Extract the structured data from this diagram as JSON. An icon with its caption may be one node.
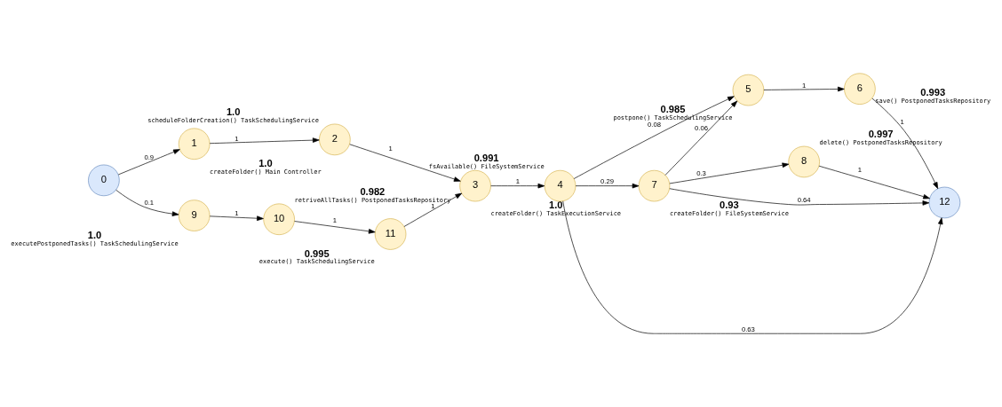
{
  "diagram": {
    "nodes": [
      {
        "text": [
          "0"
        ]
      },
      {
        "text": [
          "1"
        ],
        "beside": [
          "1.0",
          "createFolder() Main Controller"
        ]
      },
      {
        "text": [
          "2"
        ],
        "beside": [
          "1.0",
          "scheduleFolderCreation() TaskSchedulingService"
        ]
      },
      {
        "text": [
          "3"
        ],
        "beside": [
          "1.0",
          "createFolder() TaskExecutionService"
        ]
      },
      {
        "text": [
          "4"
        ],
        "beside": [
          "0.991",
          "fsAvailable() FileSystemService"
        ]
      },
      {
        "text": [
          "5"
        ],
        "beside": [
          "0.985",
          "postpone() TaskSchedulingService"
        ]
      },
      {
        "text": [
          "6"
        ],
        "beside": [
          "0.993",
          "save() PostponedTasksRepository"
        ]
      },
      {
        "text": [
          "7"
        ],
        "beside": [
          "0.93",
          "createFolder() FileSystemService"
        ]
      },
      {
        "text": [
          "8"
        ],
        "beside": [
          "0.997",
          "delete() PostponedTasksRepository"
        ]
      },
      {
        "text": [
          "9"
        ],
        "beside": [
          "1.0",
          "executePostponedTasks() TaskSchedulingService"
        ]
      },
      {
        "text": [
          "10"
        ],
        "beside": [
          "0.982",
          "retriveAllTasks() PostponedTasksRepository"
        ]
      },
      {
        "text": [
          "11"
        ],
        "beside": [
          "0.995",
          "execute() TaskSchedulingService"
        ]
      },
      {
        "text": [
          "12"
        ]
      }
    ],
    "edges": [
      {
        "from": 0,
        "to": 1,
        "arrow": "to",
        "label": "0.9"
      },
      {
        "from": 0,
        "to": 9,
        "arrow": "to",
        "label": "0.1"
      },
      {
        "from": 1,
        "to": 2,
        "arrow": "to",
        "label": "1"
      },
      {
        "from": 2,
        "to": 3,
        "arrow": "to",
        "label": "1"
      },
      {
        "from": 3,
        "to": 4,
        "arrow": "to",
        "label": "1"
      },
      {
        "from": 4,
        "to": 12,
        "arrow": "to",
        "label": "0.63"
      },
      {
        "from": 4,
        "to": 5,
        "arrow": "to",
        "label": "0.08"
      },
      {
        "from": 4,
        "to": 7,
        "arrow": "to",
        "label": "0.29"
      },
      {
        "from": 5,
        "to": 6,
        "arrow": "to",
        "label": "1"
      },
      {
        "from": 6,
        "to": 12,
        "arrow": "to",
        "label": "1"
      },
      {
        "from": 7,
        "to": 5,
        "arrow": "to",
        "label": "0.06"
      },
      {
        "from": 7,
        "to": 12,
        "arrow": "to",
        "label": "0.64"
      },
      {
        "from": 7,
        "to": 8,
        "arrow": "to",
        "label": "0.3"
      },
      {
        "from": 8,
        "to": 12,
        "arrow": "to",
        "label": "1"
      },
      {
        "from": 9,
        "to": 10,
        "arrow": "to",
        "label": "1"
      },
      {
        "from": 10,
        "to": 11,
        "arrow": "to",
        "label": "1"
      },
      {
        "from": 11,
        "to": 3,
        "arrow": "to",
        "label": "1"
      }
    ]
  }
}
